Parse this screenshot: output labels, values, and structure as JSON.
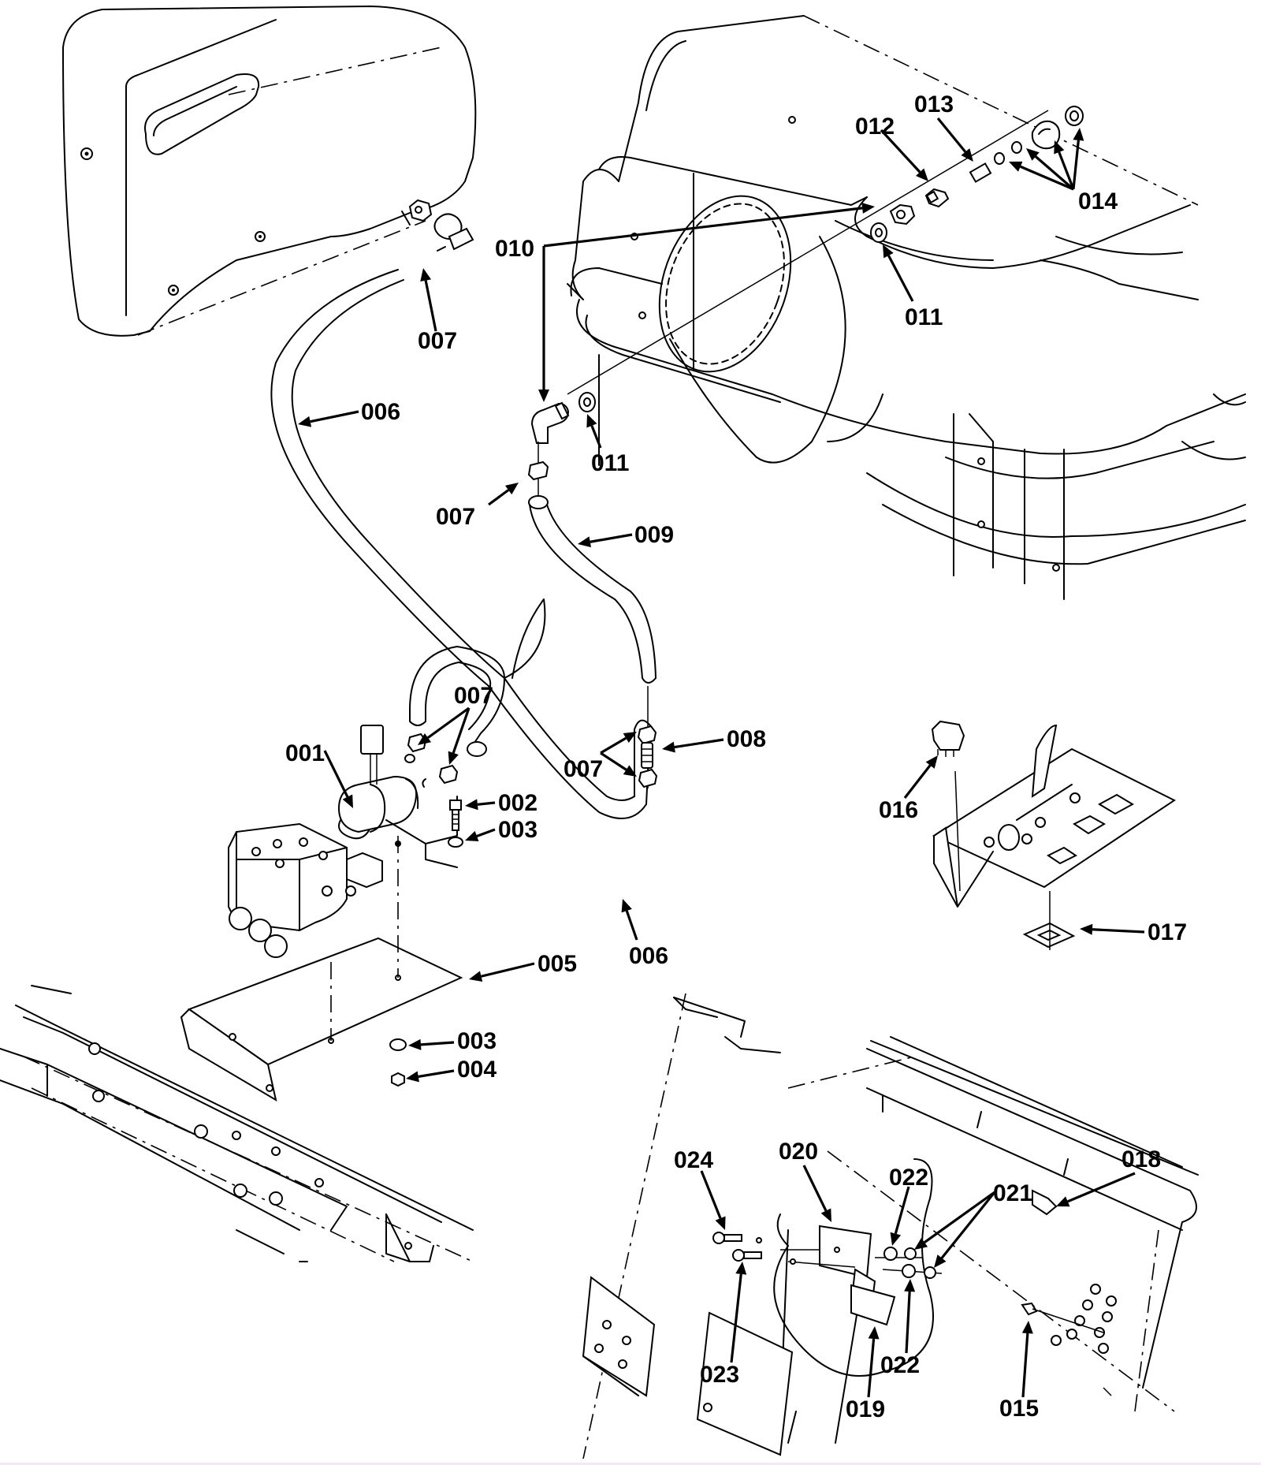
{
  "diagram": {
    "type": "exploded-parts-diagram",
    "callouts": [
      {
        "id": "001",
        "label": "001"
      },
      {
        "id": "002",
        "label": "002"
      },
      {
        "id": "003a",
        "label": "003"
      },
      {
        "id": "003b",
        "label": "003"
      },
      {
        "id": "004",
        "label": "004"
      },
      {
        "id": "005",
        "label": "005"
      },
      {
        "id": "006a",
        "label": "006"
      },
      {
        "id": "006b",
        "label": "006"
      },
      {
        "id": "007a",
        "label": "007"
      },
      {
        "id": "007b",
        "label": "007"
      },
      {
        "id": "007c",
        "label": "007"
      },
      {
        "id": "007d",
        "label": "007"
      },
      {
        "id": "008",
        "label": "008"
      },
      {
        "id": "009",
        "label": "009"
      },
      {
        "id": "010",
        "label": "010"
      },
      {
        "id": "011a",
        "label": "011"
      },
      {
        "id": "011b",
        "label": "011"
      },
      {
        "id": "012",
        "label": "012"
      },
      {
        "id": "013",
        "label": "013"
      },
      {
        "id": "014",
        "label": "014"
      },
      {
        "id": "015",
        "label": "015"
      },
      {
        "id": "016",
        "label": "016"
      },
      {
        "id": "017",
        "label": "017"
      },
      {
        "id": "018",
        "label": "018"
      },
      {
        "id": "019",
        "label": "019"
      },
      {
        "id": "020",
        "label": "020"
      },
      {
        "id": "021",
        "label": "021"
      },
      {
        "id": "022a",
        "label": "022"
      },
      {
        "id": "022b",
        "label": "022"
      },
      {
        "id": "023",
        "label": "023"
      },
      {
        "id": "024",
        "label": "024"
      }
    ],
    "components": [
      "hydraulic-tank",
      "solution-tank",
      "pump-motor",
      "valve-block",
      "mounting-plate",
      "hose",
      "hose-clamp",
      "fitting",
      "elbow-fitting",
      "washer",
      "bulkhead-fitting",
      "check-valve",
      "control-panel",
      "rocker-switch",
      "relay",
      "relay-bracket",
      "frame-rail"
    ]
  }
}
